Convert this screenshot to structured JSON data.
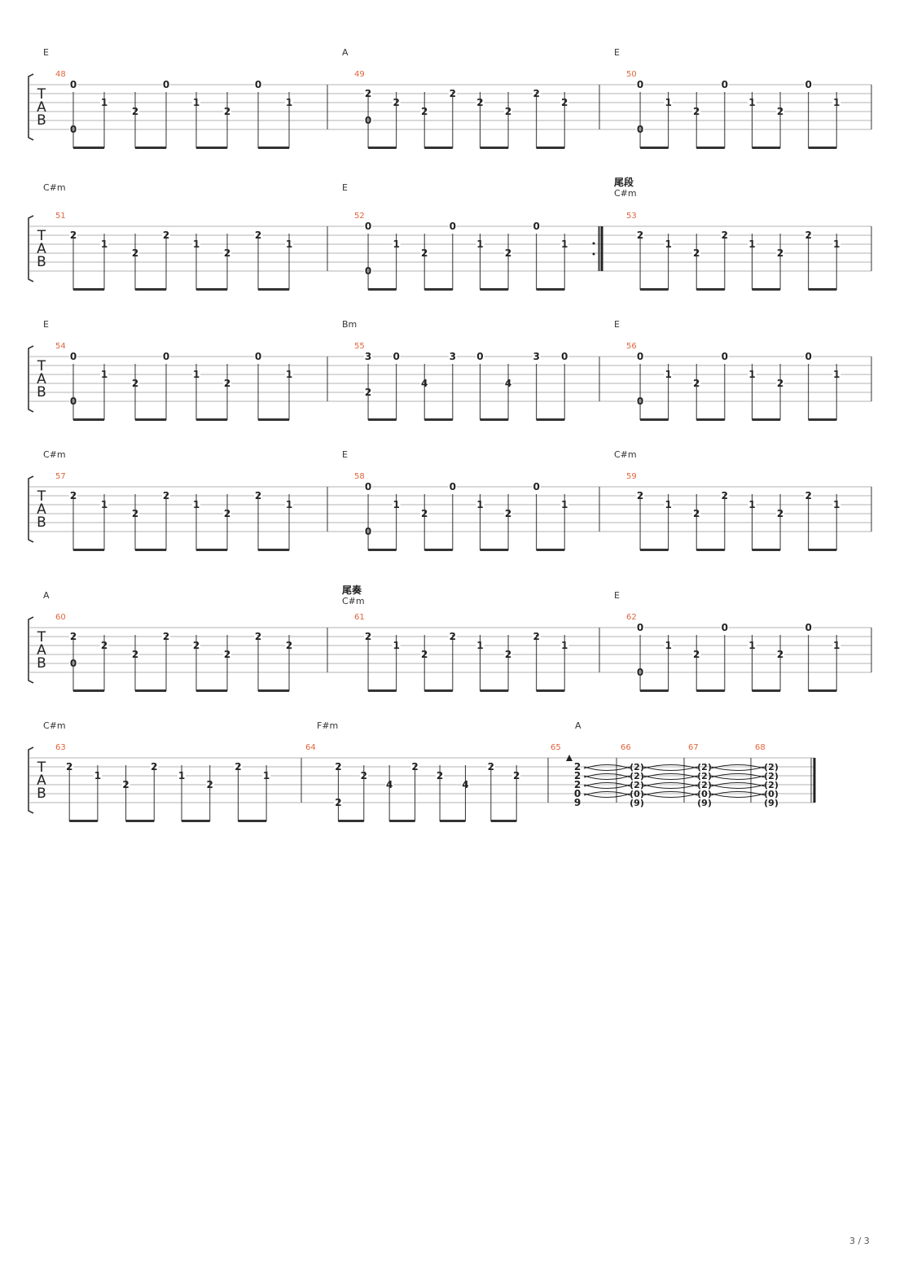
{
  "page_number": "3 / 3",
  "tab_letters": [
    "T",
    "A",
    "B"
  ],
  "systems": [
    {
      "measures": [
        {
          "number": "48",
          "chord": "E",
          "notes": [
            [
              0,
              0
            ],
            [
              5,
              0
            ],
            [
              2,
              1
            ],
            [
              3,
              2
            ],
            [
              0,
              0
            ],
            [
              2,
              1
            ],
            [
              3,
              2
            ],
            [
              0,
              0
            ],
            [
              2,
              1
            ]
          ],
          "beams": [
            [
              0,
              1
            ],
            [
              2,
              3
            ],
            [
              4,
              5
            ],
            [
              6,
              7
            ]
          ]
        },
        {
          "number": "49",
          "chord": "A",
          "notes": [
            [
              1,
              2
            ],
            [
              4,
              0
            ],
            [
              2,
              2
            ],
            [
              3,
              2
            ],
            [
              1,
              2
            ],
            [
              2,
              2
            ],
            [
              3,
              2
            ],
            [
              1,
              2
            ],
            [
              2,
              2
            ]
          ],
          "beams": [
            [
              0,
              1
            ],
            [
              2,
              3
            ],
            [
              4,
              5
            ],
            [
              6,
              7
            ]
          ]
        },
        {
          "number": "50",
          "chord": "E",
          "notes": [
            [
              0,
              0
            ],
            [
              5,
              0
            ],
            [
              2,
              1
            ],
            [
              3,
              2
            ],
            [
              0,
              0
            ],
            [
              2,
              1
            ],
            [
              3,
              2
            ],
            [
              0,
              0
            ],
            [
              2,
              1
            ]
          ],
          "beams": [
            [
              0,
              1
            ],
            [
              2,
              3
            ],
            [
              4,
              5
            ],
            [
              6,
              7
            ]
          ]
        }
      ]
    },
    {
      "measures": [
        {
          "number": "51",
          "chord": "C#m",
          "notes": [
            [
              1,
              2
            ],
            [
              2,
              1
            ],
            [
              3,
              2
            ],
            [
              1,
              2
            ],
            [
              2,
              1
            ],
            [
              3,
              2
            ],
            [
              1,
              2
            ],
            [
              2,
              1
            ]
          ],
          "beams": [
            [
              0,
              1
            ],
            [
              2,
              3
            ],
            [
              4,
              5
            ],
            [
              6,
              7
            ]
          ]
        },
        {
          "number": "52",
          "chord": "E",
          "notes": [
            [
              0,
              0
            ],
            [
              5,
              0
            ],
            [
              2,
              1
            ],
            [
              3,
              2
            ],
            [
              0,
              0
            ],
            [
              2,
              1
            ],
            [
              3,
              2
            ],
            [
              0,
              0
            ],
            [
              2,
              1
            ]
          ],
          "beams": [
            [
              0,
              1
            ],
            [
              2,
              3
            ],
            [
              4,
              5
            ],
            [
              6,
              7
            ]
          ]
        },
        {
          "number": "53",
          "chord": "C#m",
          "section": "尾段",
          "notes": [
            [
              1,
              2
            ],
            [
              2,
              1
            ],
            [
              3,
              2
            ],
            [
              1,
              2
            ],
            [
              2,
              1
            ],
            [
              3,
              2
            ],
            [
              1,
              2
            ],
            [
              2,
              1
            ]
          ],
          "beams": [
            [
              0,
              1
            ],
            [
              2,
              3
            ],
            [
              4,
              5
            ],
            [
              6,
              7
            ]
          ]
        }
      ]
    },
    {
      "measures": [
        {
          "number": "54",
          "chord": "E",
          "notes": [
            [
              0,
              0
            ],
            [
              5,
              0
            ],
            [
              2,
              1
            ],
            [
              3,
              2
            ],
            [
              0,
              0
            ],
            [
              2,
              1
            ],
            [
              3,
              2
            ],
            [
              0,
              0
            ],
            [
              2,
              1
            ]
          ],
          "beams": [
            [
              0,
              1
            ],
            [
              2,
              3
            ],
            [
              4,
              5
            ],
            [
              6,
              7
            ]
          ]
        },
        {
          "number": "55",
          "chord": "Bm",
          "notes": [
            [
              0,
              3
            ],
            [
              4,
              2
            ],
            [
              0,
              0
            ],
            [
              3,
              4
            ],
            [
              0,
              3
            ],
            [
              0,
              0
            ],
            [
              3,
              4
            ],
            [
              0,
              3
            ],
            [
              0,
              0
            ]
          ],
          "beams": [
            [
              0,
              1
            ],
            [
              2,
              3
            ],
            [
              4,
              5
            ],
            [
              6,
              7
            ]
          ]
        },
        {
          "number": "56",
          "chord": "E",
          "notes": [
            [
              0,
              0
            ],
            [
              5,
              0
            ],
            [
              2,
              1
            ],
            [
              3,
              2
            ],
            [
              0,
              0
            ],
            [
              2,
              1
            ],
            [
              3,
              2
            ],
            [
              0,
              0
            ],
            [
              2,
              1
            ]
          ],
          "beams": [
            [
              0,
              1
            ],
            [
              2,
              3
            ],
            [
              4,
              5
            ],
            [
              6,
              7
            ]
          ]
        }
      ]
    },
    {
      "measures": [
        {
          "number": "57",
          "chord": "C#m",
          "notes": [
            [
              1,
              2
            ],
            [
              2,
              1
            ],
            [
              3,
              2
            ],
            [
              1,
              2
            ],
            [
              2,
              1
            ],
            [
              3,
              2
            ],
            [
              1,
              2
            ],
            [
              2,
              1
            ]
          ],
          "beams": [
            [
              0,
              1
            ],
            [
              2,
              3
            ],
            [
              4,
              5
            ],
            [
              6,
              7
            ]
          ]
        },
        {
          "number": "58",
          "chord": "E",
          "notes": [
            [
              0,
              0
            ],
            [
              5,
              0
            ],
            [
              2,
              1
            ],
            [
              3,
              2
            ],
            [
              0,
              0
            ],
            [
              2,
              1
            ],
            [
              3,
              2
            ],
            [
              0,
              0
            ],
            [
              2,
              1
            ]
          ],
          "beams": [
            [
              0,
              1
            ],
            [
              2,
              3
            ],
            [
              4,
              5
            ],
            [
              6,
              7
            ]
          ]
        },
        {
          "number": "59",
          "chord": "C#m",
          "notes": [
            [
              1,
              2
            ],
            [
              2,
              1
            ],
            [
              3,
              2
            ],
            [
              1,
              2
            ],
            [
              2,
              1
            ],
            [
              3,
              2
            ],
            [
              1,
              2
            ],
            [
              2,
              1
            ]
          ],
          "beams": [
            [
              0,
              1
            ],
            [
              2,
              3
            ],
            [
              4,
              5
            ],
            [
              6,
              7
            ]
          ]
        }
      ]
    },
    {
      "measures": [
        {
          "number": "60",
          "chord": "A",
          "notes": [
            [
              1,
              2
            ],
            [
              4,
              0
            ],
            [
              2,
              2
            ],
            [
              3,
              2
            ],
            [
              1,
              2
            ],
            [
              2,
              2
            ],
            [
              3,
              2
            ],
            [
              1,
              2
            ],
            [
              2,
              2
            ]
          ],
          "beams": [
            [
              0,
              1
            ],
            [
              2,
              3
            ],
            [
              4,
              5
            ],
            [
              6,
              7
            ]
          ]
        },
        {
          "number": "61",
          "chord": "C#m",
          "section": "尾奏",
          "notes": [
            [
              1,
              2
            ],
            [
              2,
              1
            ],
            [
              3,
              2
            ],
            [
              1,
              2
            ],
            [
              2,
              1
            ],
            [
              3,
              2
            ],
            [
              1,
              2
            ],
            [
              2,
              1
            ]
          ],
          "beams": [
            [
              0,
              1
            ],
            [
              2,
              3
            ],
            [
              4,
              5
            ],
            [
              6,
              7
            ]
          ]
        },
        {
          "number": "62",
          "chord": "E",
          "notes": [
            [
              0,
              0
            ],
            [
              5,
              0
            ],
            [
              2,
              1
            ],
            [
              3,
              2
            ],
            [
              0,
              0
            ],
            [
              2,
              1
            ],
            [
              3,
              2
            ],
            [
              0,
              0
            ],
            [
              2,
              1
            ]
          ],
          "beams": [
            [
              0,
              1
            ],
            [
              2,
              3
            ],
            [
              4,
              5
            ],
            [
              6,
              7
            ]
          ]
        }
      ]
    },
    {
      "measures": [
        {
          "number": "63",
          "chord": "C#m",
          "notes": [
            [
              1,
              2
            ],
            [
              2,
              1
            ],
            [
              3,
              2
            ],
            [
              1,
              2
            ],
            [
              2,
              1
            ],
            [
              3,
              2
            ],
            [
              1,
              2
            ],
            [
              2,
              1
            ]
          ],
          "beams": [
            [
              0,
              1
            ],
            [
              2,
              3
            ],
            [
              4,
              5
            ],
            [
              6,
              7
            ]
          ]
        },
        {
          "number": "64",
          "chord": "F#m",
          "notes": [
            [
              1,
              2
            ],
            [
              5,
              2
            ],
            [
              2,
              2
            ],
            [
              3,
              4
            ],
            [
              1,
              2
            ],
            [
              2,
              2
            ],
            [
              3,
              4
            ],
            [
              1,
              2
            ],
            [
              2,
              2
            ]
          ],
          "beams": [
            [
              0,
              1
            ],
            [
              2,
              3
            ],
            [
              4,
              5
            ],
            [
              6,
              7
            ]
          ]
        },
        {
          "number": "65",
          "chord": "A",
          "notes": [
            [
              1,
              2
            ],
            [
              2,
              2
            ],
            [
              3,
              2
            ],
            [
              4,
              0
            ],
            [
              5,
              9
            ]
          ],
          "beams": []
        },
        {
          "number": "66",
          "chord": "",
          "notes": [
            [
              1,
              "(2)"
            ],
            [
              2,
              "(2)"
            ],
            [
              3,
              "(2)"
            ],
            [
              4,
              "(0)"
            ],
            [
              5,
              "(9)"
            ]
          ],
          "beams": []
        },
        {
          "number": "67",
          "chord": "",
          "notes": [
            [
              1,
              "(2)"
            ],
            [
              2,
              "(2)"
            ],
            [
              3,
              "(2)"
            ],
            [
              4,
              "(0)"
            ],
            [
              5,
              "(9)"
            ]
          ],
          "beams": []
        },
        {
          "number": "68",
          "chord": "",
          "notes": [
            [
              1,
              "(2)"
            ],
            [
              2,
              "(2)"
            ],
            [
              3,
              "(2)"
            ],
            [
              4,
              "(0)"
            ],
            [
              5,
              "(9)"
            ]
          ],
          "beams": []
        }
      ]
    }
  ]
}
